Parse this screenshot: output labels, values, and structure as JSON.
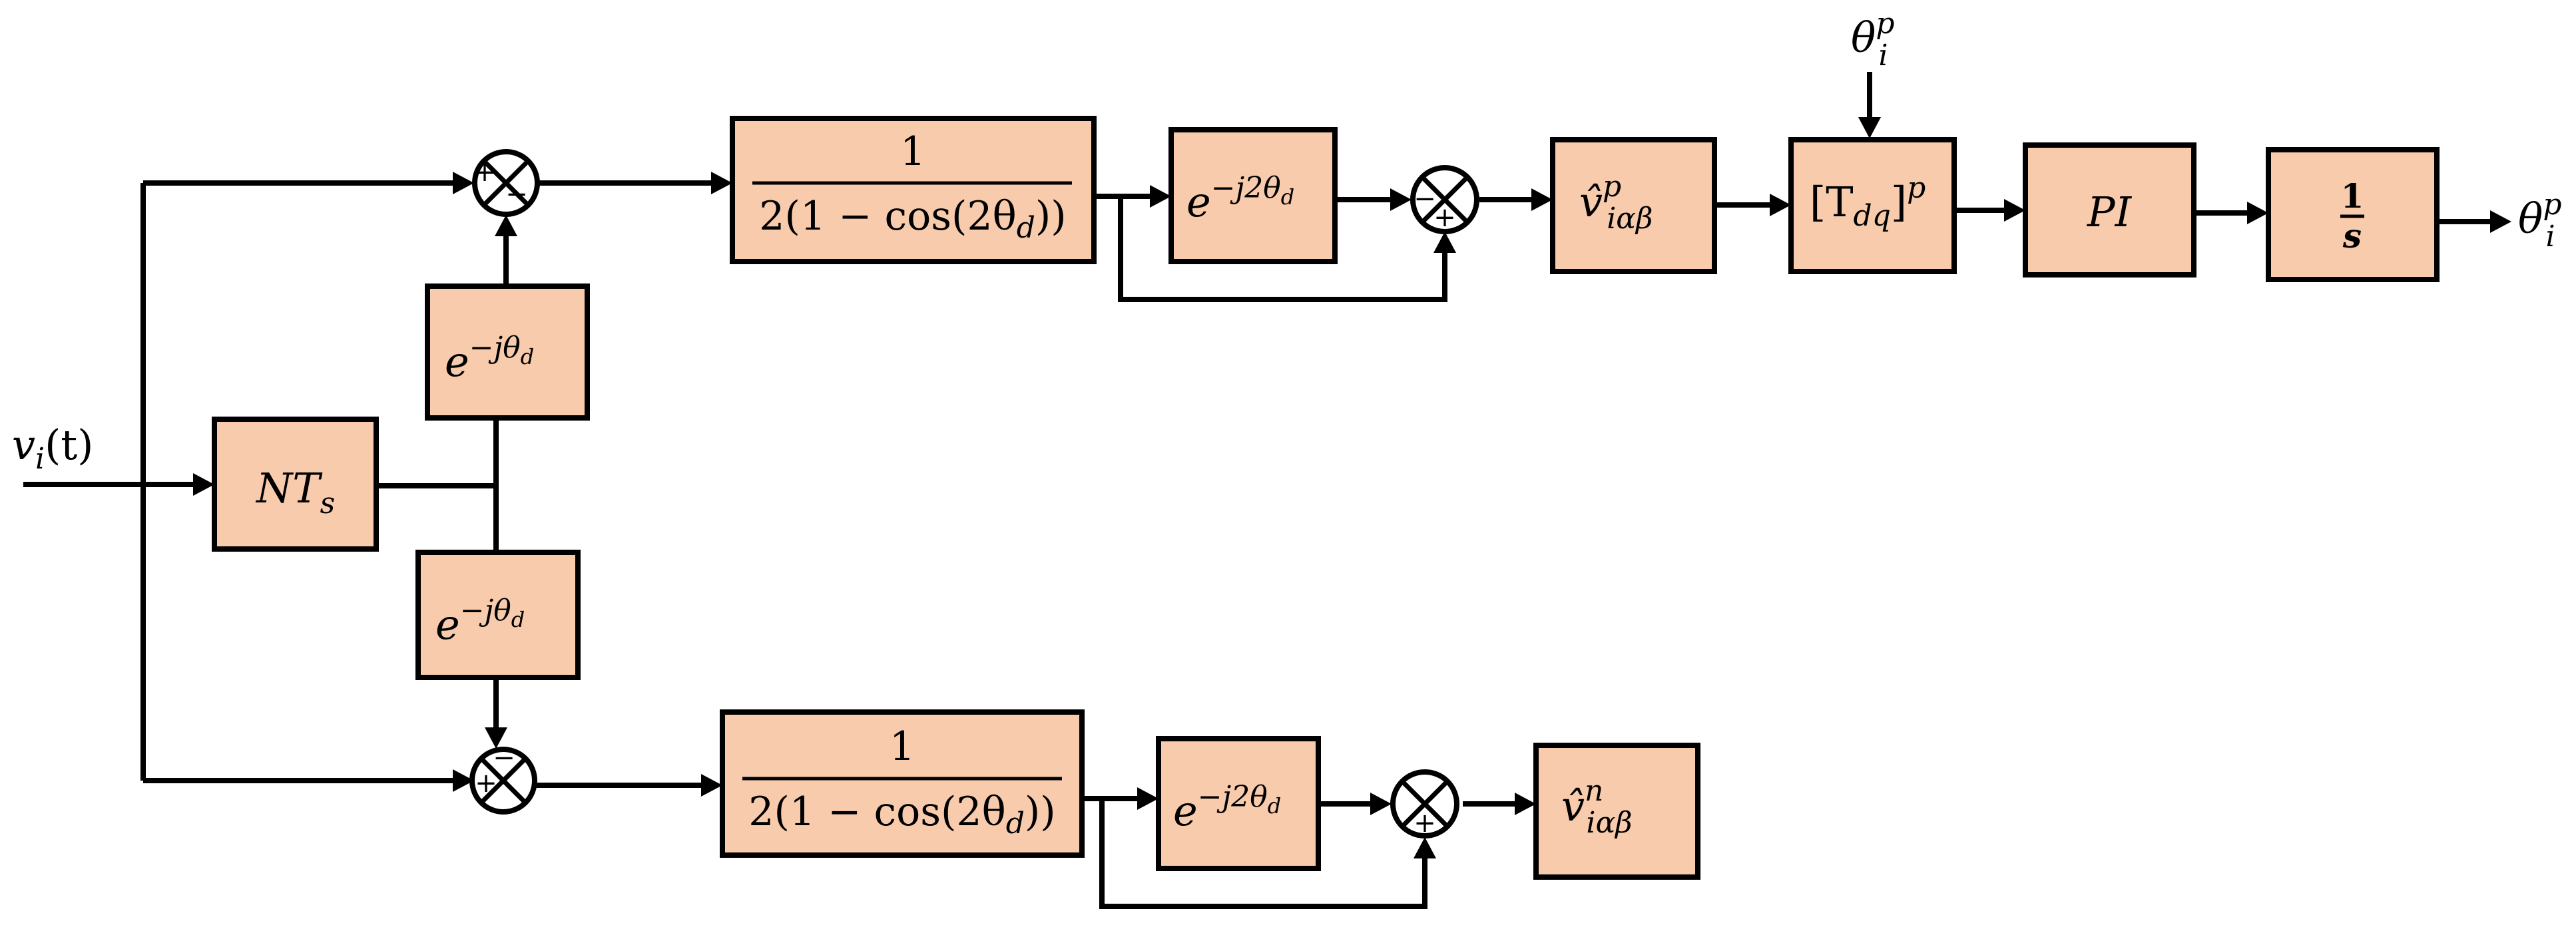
{
  "input": {
    "base": "v",
    "sub": "i",
    "arg": "(t)"
  },
  "delay_block": {
    "base": "NT",
    "sub": "s"
  },
  "rot_upper": {
    "base": "e",
    "exp_pre": "−jθ",
    "exp_sub": "d"
  },
  "rot_lower": {
    "base": "e",
    "exp_pre": "−jθ",
    "exp_sub": "d"
  },
  "gain_upper": {
    "numerator": "1",
    "denominator_pre": "2(1 − cos(2θ",
    "denominator_sub": "d",
    "denominator_post": "))"
  },
  "gain_lower": {
    "numerator": "1",
    "denominator_pre": "2(1 − cos(2θ",
    "denominator_sub": "d",
    "denominator_post": "))"
  },
  "rot2_upper": {
    "base": "e",
    "exp_pre": "−j2θ",
    "exp_sub": "d"
  },
  "rot2_lower": {
    "base": "e",
    "exp_pre": "−j2θ",
    "exp_sub": "d"
  },
  "v_pos": {
    "base": "v̂",
    "sup": "p",
    "sub": "iαβ"
  },
  "v_neg": {
    "base": "v̂",
    "sup": "n",
    "sub": "iαβ"
  },
  "transform_block": {
    "text": "[T",
    "sub": "dq",
    "close": "]",
    "sup": "p"
  },
  "pi_block": {
    "text": "PI"
  },
  "integrator": {
    "numerator": "1",
    "denominator": "s"
  },
  "theta_feedback": {
    "base": "θ",
    "sup": "p",
    "sub": "i"
  },
  "theta_output": {
    "base": "θ",
    "sup": "p",
    "sub": "i"
  },
  "sum_signs": {
    "plus": "+",
    "minus": "−"
  },
  "colors": {
    "block_fill": "#f8cbad",
    "stroke": "#000000",
    "background": "#ffffff"
  }
}
